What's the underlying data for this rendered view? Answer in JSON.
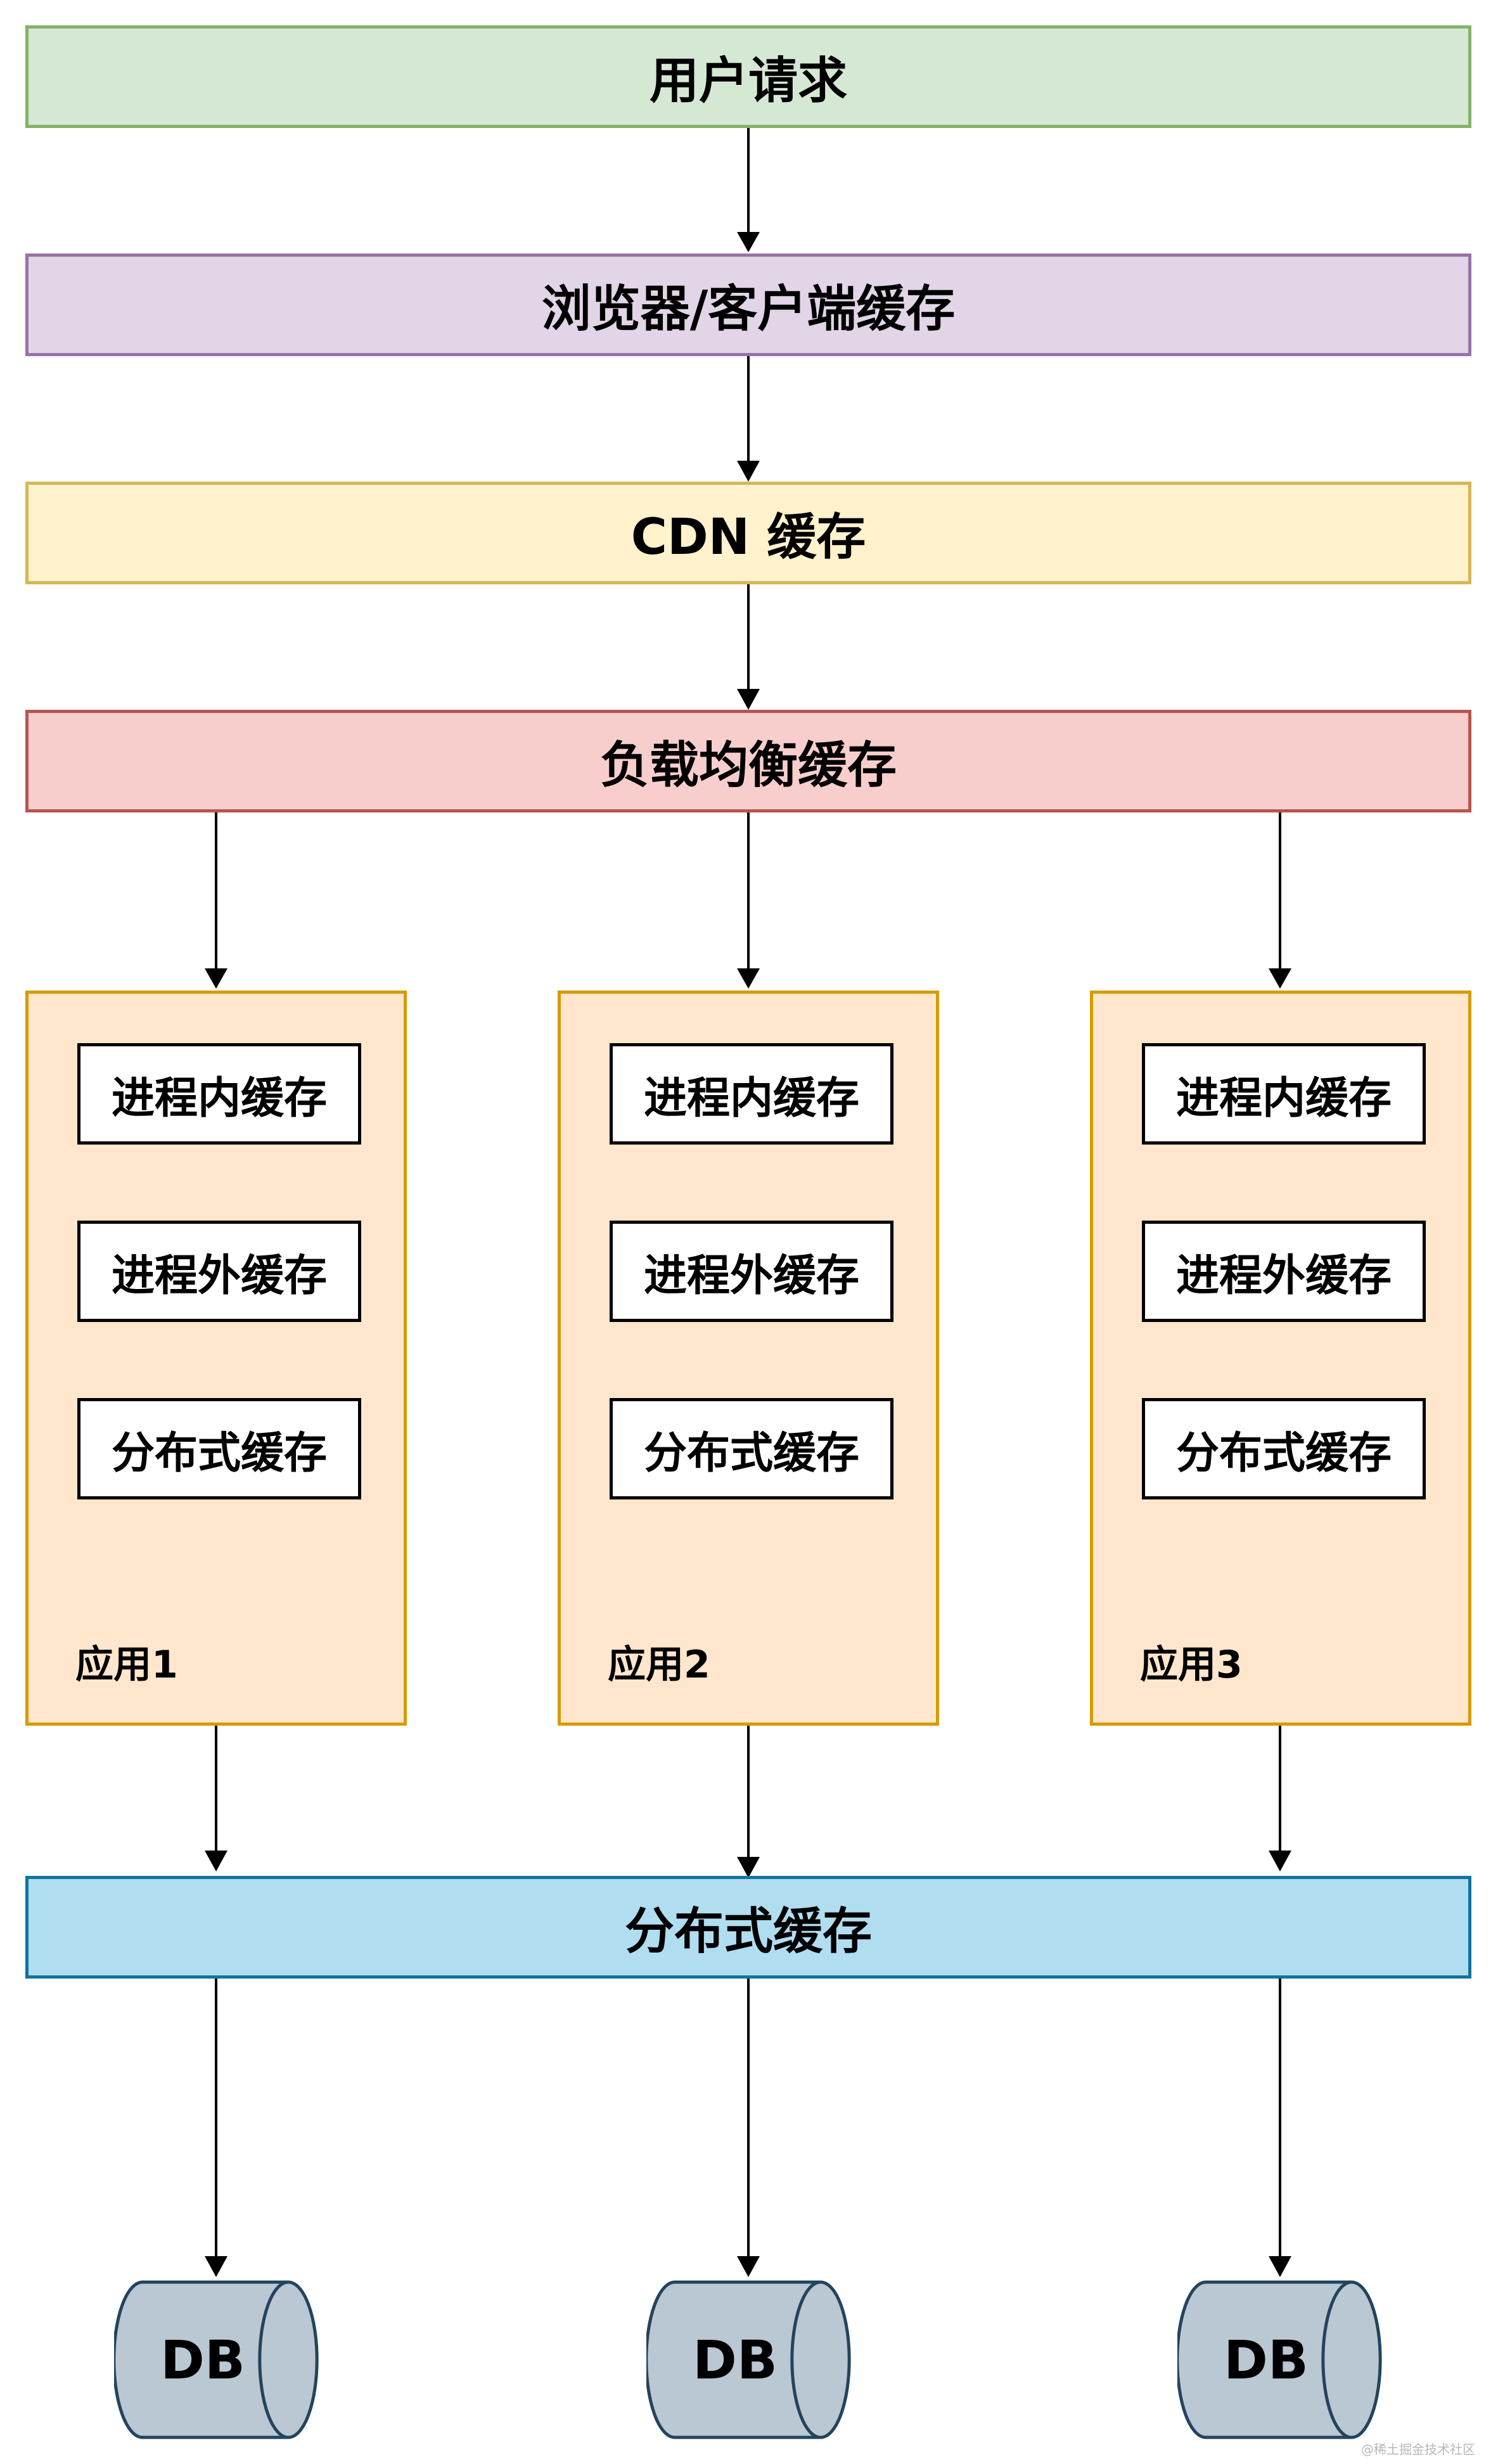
{
  "tiers": {
    "user_request": "用户请求",
    "browser_cache": "浏览器/客户端缓存",
    "cdn_cache": "CDN 缓存",
    "lb_cache": "负载均衡缓存",
    "distributed_cache": "分布式缓存"
  },
  "apps": [
    {
      "label": "应用1",
      "items": [
        "进程内缓存",
        "进程外缓存",
        "分布式缓存"
      ]
    },
    {
      "label": "应用2",
      "items": [
        "进程内缓存",
        "进程外缓存",
        "分布式缓存"
      ]
    },
    {
      "label": "应用3",
      "items": [
        "进程内缓存",
        "进程外缓存",
        "分布式缓存"
      ]
    }
  ],
  "databases": [
    "DB",
    "DB",
    "DB"
  ],
  "watermark": "@稀土掘金技术社区",
  "colors": {
    "user_request_fill": "#d5e8d4",
    "user_request_stroke": "#82b366",
    "browser_fill": "#e1d5e7",
    "browser_stroke": "#9673a6",
    "cdn_fill": "#fff2cc",
    "cdn_stroke": "#d6b656",
    "lb_fill": "#f8cecc",
    "lb_stroke": "#b85450",
    "app_fill": "#ffe6cc",
    "app_stroke": "#d79b00",
    "distributed_fill": "#b1ddf0",
    "distributed_stroke": "#10739e",
    "db_fill": "#bac8d3",
    "db_stroke": "#23445d"
  }
}
